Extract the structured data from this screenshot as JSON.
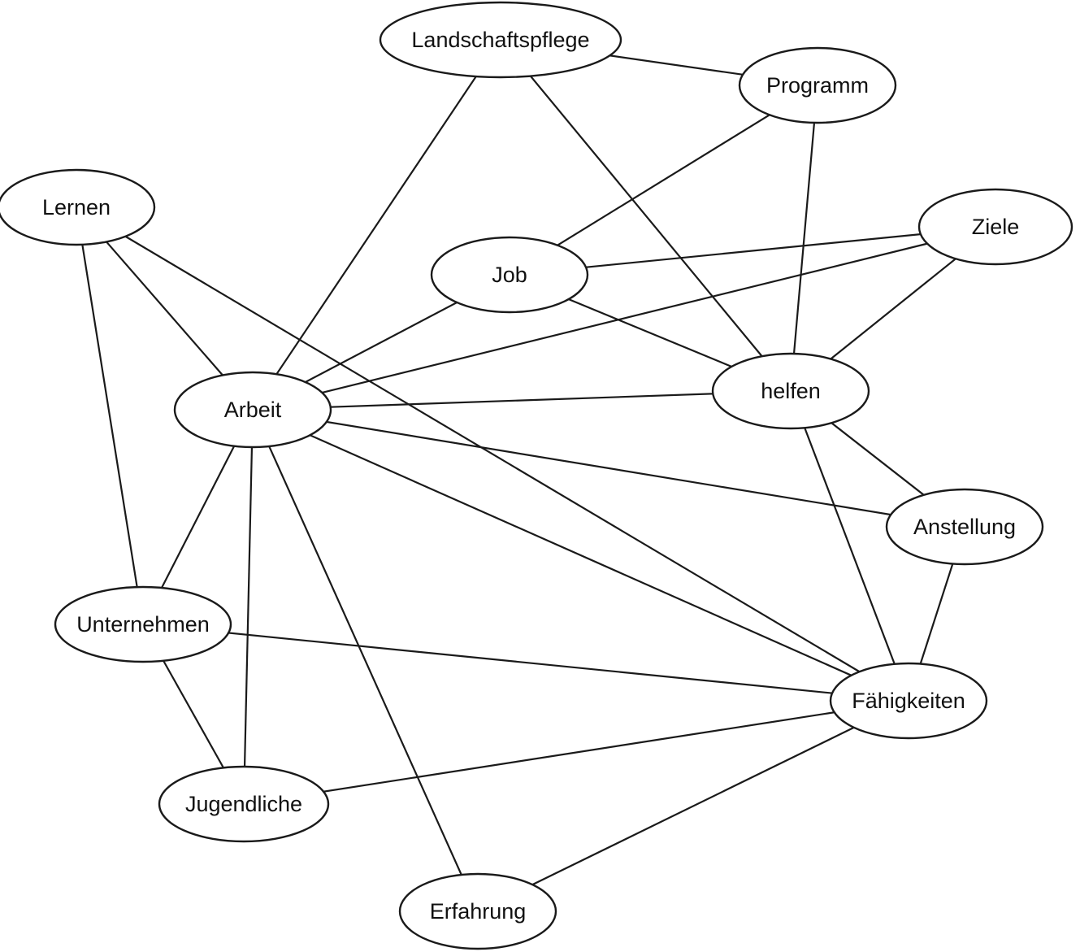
{
  "diagram": {
    "type": "concept-network",
    "nodes": [
      {
        "id": "landschaftspflege",
        "label": "Landschaftspflege"
      },
      {
        "id": "programm",
        "label": "Programm"
      },
      {
        "id": "lernen",
        "label": "Lernen"
      },
      {
        "id": "ziele",
        "label": "Ziele"
      },
      {
        "id": "job",
        "label": "Job"
      },
      {
        "id": "arbeit",
        "label": "Arbeit"
      },
      {
        "id": "helfen",
        "label": "helfen"
      },
      {
        "id": "anstellung",
        "label": "Anstellung"
      },
      {
        "id": "unternehmen",
        "label": "Unternehmen"
      },
      {
        "id": "faehigkeiten",
        "label": "Fähigkeiten"
      },
      {
        "id": "jugendliche",
        "label": "Jugendliche"
      },
      {
        "id": "erfahrung",
        "label": "Erfahrung"
      }
    ],
    "edges": [
      [
        "landschaftspflege",
        "programm"
      ],
      [
        "landschaftspflege",
        "arbeit"
      ],
      [
        "landschaftspflege",
        "helfen"
      ],
      [
        "programm",
        "job"
      ],
      [
        "programm",
        "helfen"
      ],
      [
        "lernen",
        "arbeit"
      ],
      [
        "lernen",
        "faehigkeiten"
      ],
      [
        "lernen",
        "unternehmen"
      ],
      [
        "job",
        "ziele"
      ],
      [
        "job",
        "arbeit"
      ],
      [
        "job",
        "helfen"
      ],
      [
        "ziele",
        "arbeit"
      ],
      [
        "ziele",
        "helfen"
      ],
      [
        "arbeit",
        "helfen"
      ],
      [
        "arbeit",
        "anstellung"
      ],
      [
        "arbeit",
        "faehigkeiten"
      ],
      [
        "arbeit",
        "unternehmen"
      ],
      [
        "arbeit",
        "jugendliche"
      ],
      [
        "arbeit",
        "erfahrung"
      ],
      [
        "helfen",
        "anstellung"
      ],
      [
        "helfen",
        "faehigkeiten"
      ],
      [
        "anstellung",
        "faehigkeiten"
      ],
      [
        "unternehmen",
        "faehigkeiten"
      ],
      [
        "unternehmen",
        "jugendliche"
      ],
      [
        "jugendliche",
        "faehigkeiten"
      ],
      [
        "erfahrung",
        "faehigkeiten"
      ]
    ]
  }
}
